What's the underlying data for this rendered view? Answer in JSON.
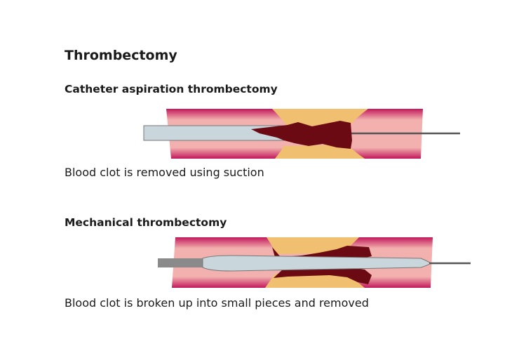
{
  "title": "Thrombectomy",
  "sections": [
    {
      "heading": "Catheter aspiration thrombectomy",
      "caption": "Blood clot is removed using suction"
    },
    {
      "heading": "Mechanical thrombectomy",
      "caption": "Blood clot is broken up into small pieces and removed"
    }
  ],
  "colors": {
    "vessel_wall": "#c2185b",
    "lumen": "#f4b4b0",
    "plaque": "#f0c070",
    "clot": "#6b0a12",
    "catheter": "#c9d6dc",
    "wire": "#555555"
  }
}
